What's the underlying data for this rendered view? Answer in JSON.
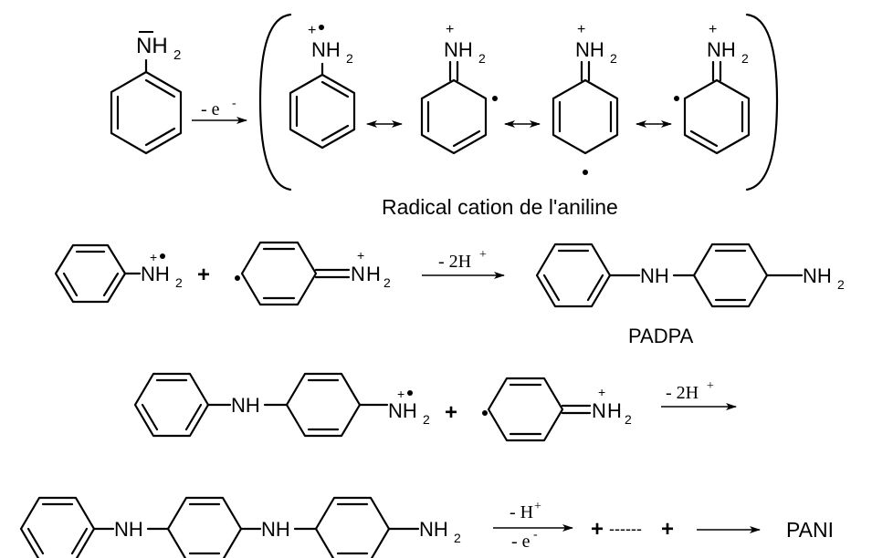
{
  "atoms": {
    "nh": "NH",
    "h": "H",
    "n": "N",
    "sub2": "2",
    "plus_charge": "+"
  },
  "reaction1": {
    "arrow_label": "- e",
    "arrow_sup": "-",
    "caption": "Radical cation de l'aniline"
  },
  "reaction2": {
    "plus": "+",
    "arrow_label": "- 2H",
    "arrow_sup": "+",
    "product_name": "PADPA"
  },
  "reaction3": {
    "plus": "+",
    "arrow_label": "- 2H",
    "arrow_sup": "+"
  },
  "reaction4": {
    "arrow_top": "- H",
    "arrow_top_sup": "+",
    "arrow_bottom": "- e",
    "arrow_bottom_sup": "-",
    "plus": "+",
    "dashes": "------",
    "product": "PANI"
  },
  "colors": {
    "ink": "#000000",
    "background": "#ffffff"
  }
}
